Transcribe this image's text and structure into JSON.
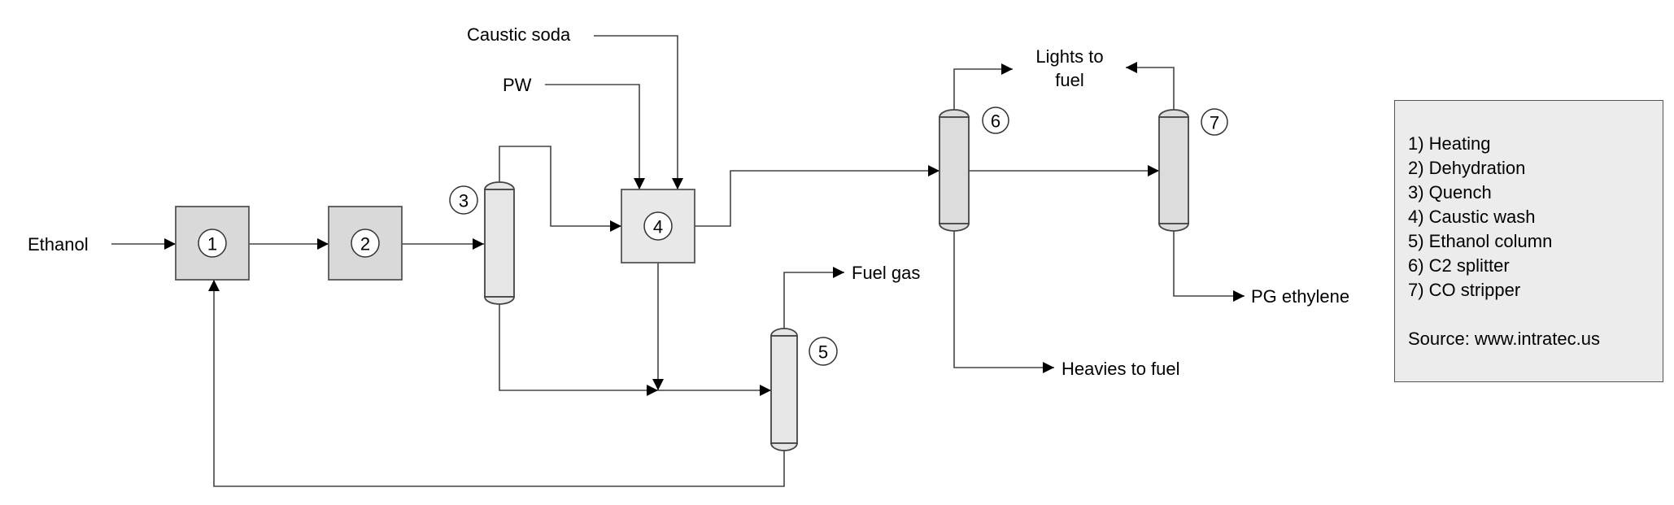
{
  "diagram": {
    "type": "process flow diagram",
    "colors": {
      "box_heating_dehydration": "#d9d9d9",
      "box_caustic_wash": "#e8e8e8",
      "column_fill": "#e6e6e6",
      "column_fill_dark": "#dcdcdc",
      "legend_fill": "#ececec",
      "line": "#444444"
    },
    "streams": {
      "ethanol": "Ethanol",
      "caustic_soda": "Caustic soda",
      "pw": "PW",
      "lights_to_fuel_line1": "Lights to",
      "lights_to_fuel_line2": "fuel",
      "fuel_gas": "Fuel gas",
      "heavies_to_fuel": "Heavies to fuel",
      "pg_ethylene": "PG ethylene"
    },
    "units": [
      {
        "id": "1",
        "name": "Heating"
      },
      {
        "id": "2",
        "name": "Dehydration"
      },
      {
        "id": "3",
        "name": "Quench"
      },
      {
        "id": "4",
        "name": "Caustic wash"
      },
      {
        "id": "5",
        "name": "Ethanol column"
      },
      {
        "id": "6",
        "name": "C2 splitter"
      },
      {
        "id": "7",
        "name": "CO stripper"
      }
    ]
  },
  "legend": {
    "items": [
      "1) Heating",
      "2) Dehydration",
      "3) Quench",
      "4) Caustic wash",
      "5) Ethanol column",
      "6) C2 splitter",
      "7) CO stripper"
    ],
    "source": "Source: www.intratec.us"
  }
}
